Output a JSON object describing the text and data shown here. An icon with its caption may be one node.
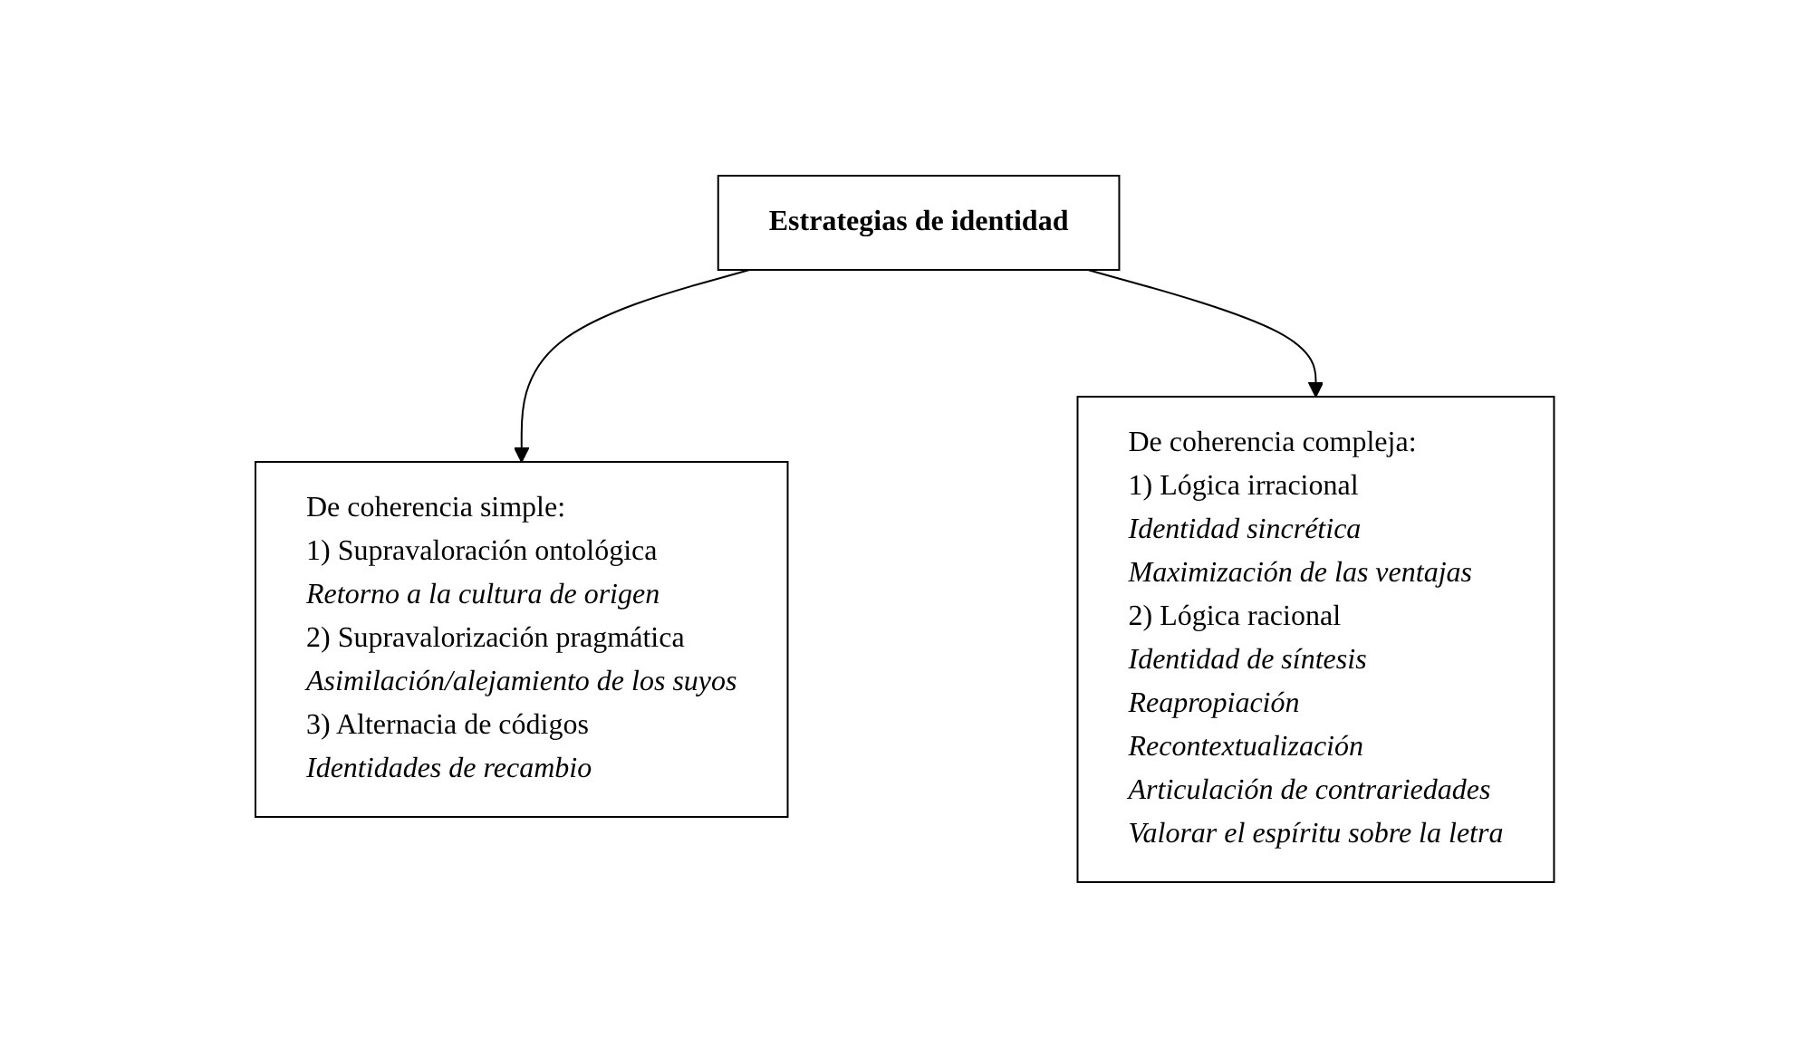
{
  "diagram": {
    "nodes": [
      {
        "text": [
          "Estrategias de identidad"
        ]
      },
      {
        "text": [
          "De coherencia simple:",
          "1) Supravaloración ontológica",
          "Retorno a la cultura de origen",
          "2) Supravalorización pragmática",
          "Asimilación/alejamiento de los suyos",
          "3) Alternacia de códigos",
          "Identidades de recambio"
        ]
      },
      {
        "text": [
          "De coherencia compleja:",
          "1) Lógica irracional",
          "Identidad sincrética",
          "Maximización de las ventajas",
          "2) Lógica racional",
          "Identidad de síntesis",
          "Reapropiación",
          "Recontextualización",
          "Articulación de contrariedades",
          "Valorar el espíritu sobre la letra"
        ]
      }
    ],
    "edges": [
      {
        "from": 0,
        "to": 1,
        "arrow": "to"
      },
      {
        "from": 0,
        "to": 2,
        "arrow": "to"
      }
    ]
  }
}
